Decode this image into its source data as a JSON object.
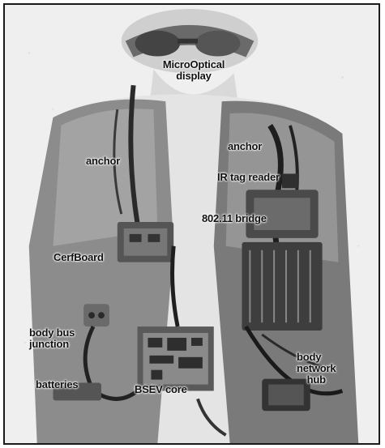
{
  "figure": {
    "labels": {
      "microoptical_line1": "MicroOptical",
      "microoptical_line2": "display",
      "anchor_left": "anchor",
      "anchor_right": "anchor",
      "ir_tag_reader": "IR tag reader",
      "bridge_80211": "802.11 bridge",
      "cerfboard": "CerfBoard",
      "body_bus_line1": "body bus",
      "body_bus_line2": "junction",
      "batteries": "batteries",
      "bsev_core": "BSEV core",
      "body_network_line1": "body",
      "body_network_line2": "network",
      "body_network_line3": "hub"
    }
  }
}
